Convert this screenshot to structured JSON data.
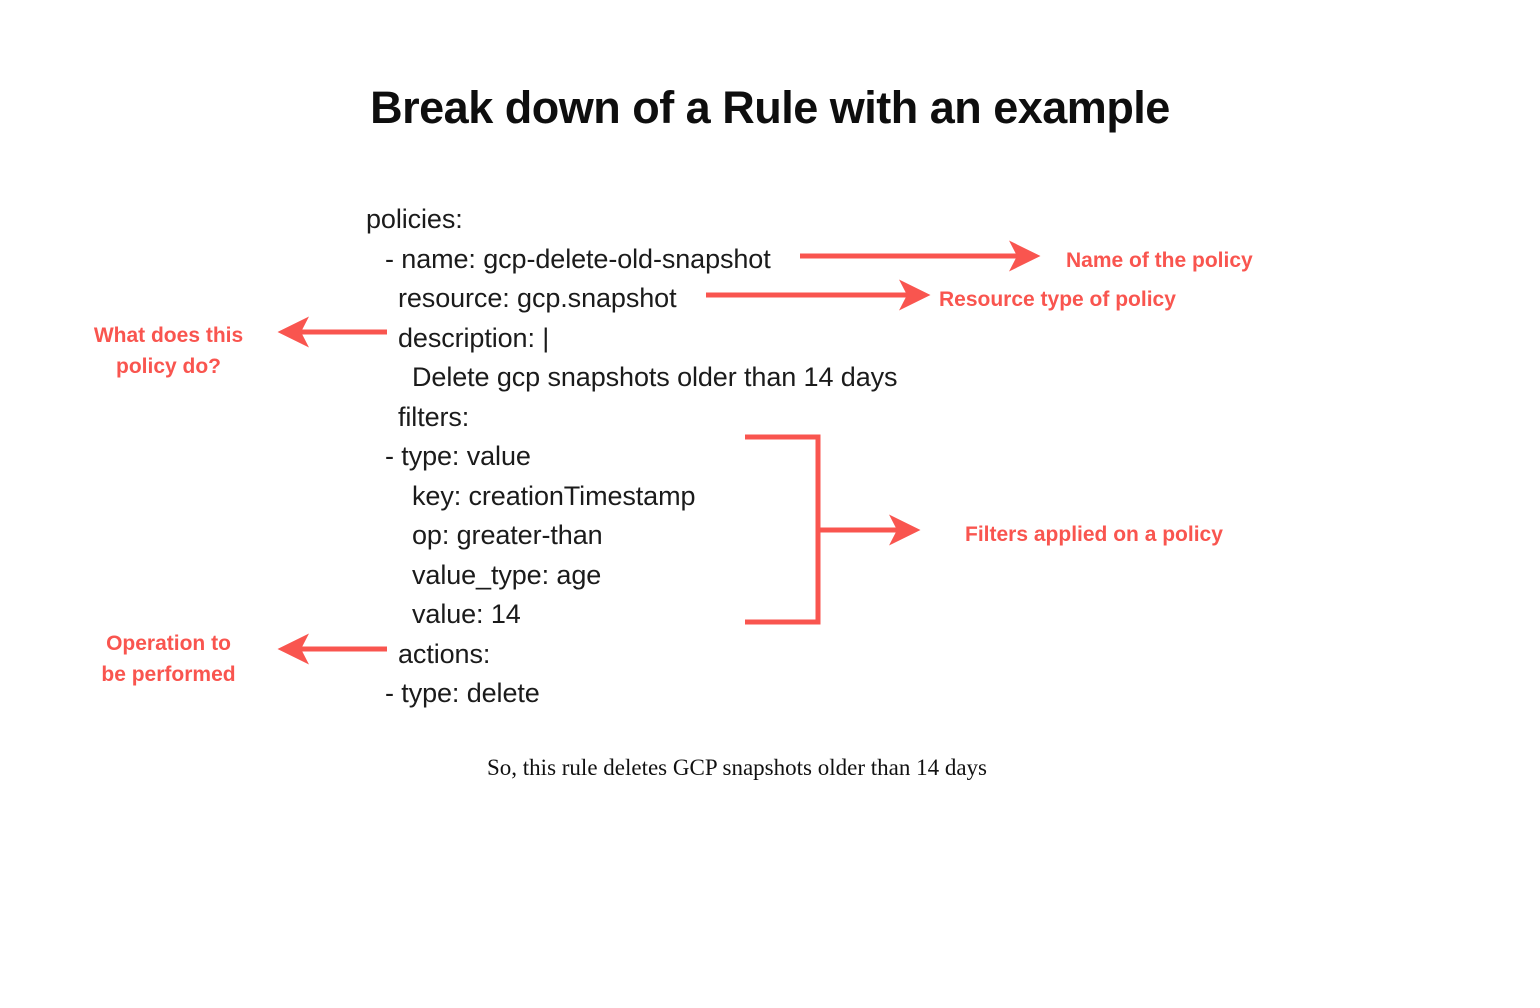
{
  "page": {
    "title": "Break down of a Rule with an example",
    "background_color": "#ffffff",
    "accent_color": "#F9554F",
    "text_color": "#1b1b1b",
    "caption": "So, this rule deletes GCP snapshots older than 14 days"
  },
  "yaml": {
    "lines": [
      {
        "text": "policies:",
        "indent": 0
      },
      {
        "text": "- name: gcp-delete-old-snapshot",
        "indent": 1
      },
      {
        "text": "resource: gcp.snapshot",
        "indent": 2
      },
      {
        "text": "description: |",
        "indent": 2
      },
      {
        "text": "Delete gcp snapshots older than 14 days",
        "indent": 3
      },
      {
        "text": "filters:",
        "indent": 2
      },
      {
        "text": "- type: value",
        "indent": 1
      },
      {
        "text": "key: creationTimestamp",
        "indent": 3
      },
      {
        "text": "op: greater-than",
        "indent": 3
      },
      {
        "text": "value_type: age",
        "indent": 3
      },
      {
        "text": "value: 14",
        "indent": 3
      },
      {
        "text": "actions:",
        "indent": 2
      },
      {
        "text": "- type: delete",
        "indent": 1
      }
    ]
  },
  "annotations": {
    "name_of_policy": "Name of the policy",
    "resource_type": "Resource type of policy",
    "filters_applied": "Filters applied on a policy",
    "what_does_policy_do": "What does this\npolicy do?",
    "operation_performed": "Operation to\nbe performed"
  }
}
